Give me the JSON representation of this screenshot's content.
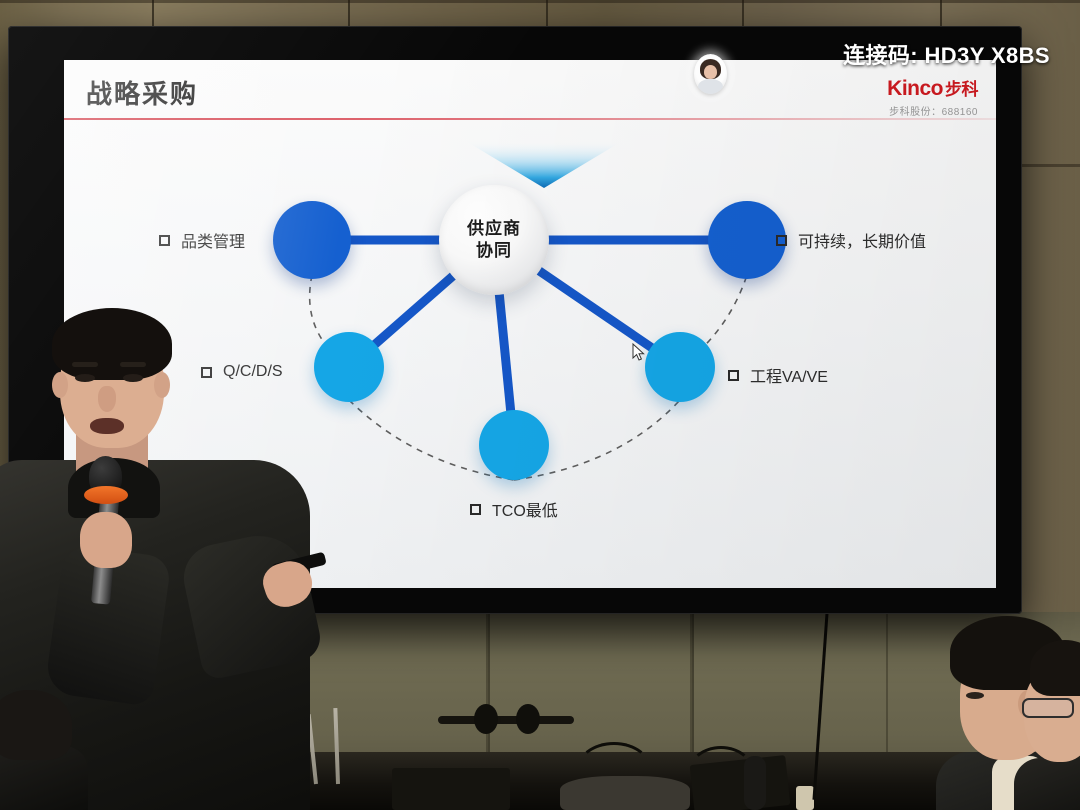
{
  "overlay": {
    "connection_code": "连接码: HD3Y X8BS"
  },
  "slide": {
    "title": "战略采购",
    "brand": {
      "name_en": "Kinco",
      "name_cn": "步科",
      "subline": "步科股份：688160"
    },
    "center_node": {
      "line1": "供应商",
      "line2": "协同"
    },
    "labels": {
      "top_left": "品类管理",
      "top_right": "可持续，长期价值",
      "bottom_left": "Q/C/D/S",
      "bottom_right": "工程VA/VE",
      "bottom_center": "TCO最低"
    }
  },
  "colors": {
    "node_dark_blue": "#1560d0",
    "node_light_blue": "#15a6e6",
    "spoke_blue": "#1557c8",
    "brand_red": "#cf1a20",
    "title_rule_red": "#d23a46",
    "slide_bg": "#fbfbfb",
    "bezel_black": "#070707",
    "wall_tan": "#7b6f54"
  },
  "diagram": {
    "type": "hub-and-spoke",
    "hub": "供应商协同",
    "spokes": [
      {
        "label": "品类管理",
        "node": "dark-blue",
        "position": "top-left"
      },
      {
        "label": "可持续，长期价值",
        "node": "dark-blue",
        "position": "top-right"
      },
      {
        "label": "Q/C/D/S",
        "node": "light-blue",
        "position": "mid-left"
      },
      {
        "label": "工程VA/VE",
        "node": "light-blue",
        "position": "mid-right"
      },
      {
        "label": "TCO最低",
        "node": "light-blue",
        "position": "bottom-center"
      }
    ],
    "ring_style": "dashed-arc"
  },
  "icons": {
    "bullet": "square-bullet-icon",
    "cursor": "mouse-pointer-icon",
    "avatar": "webcam-avatar-icon"
  }
}
